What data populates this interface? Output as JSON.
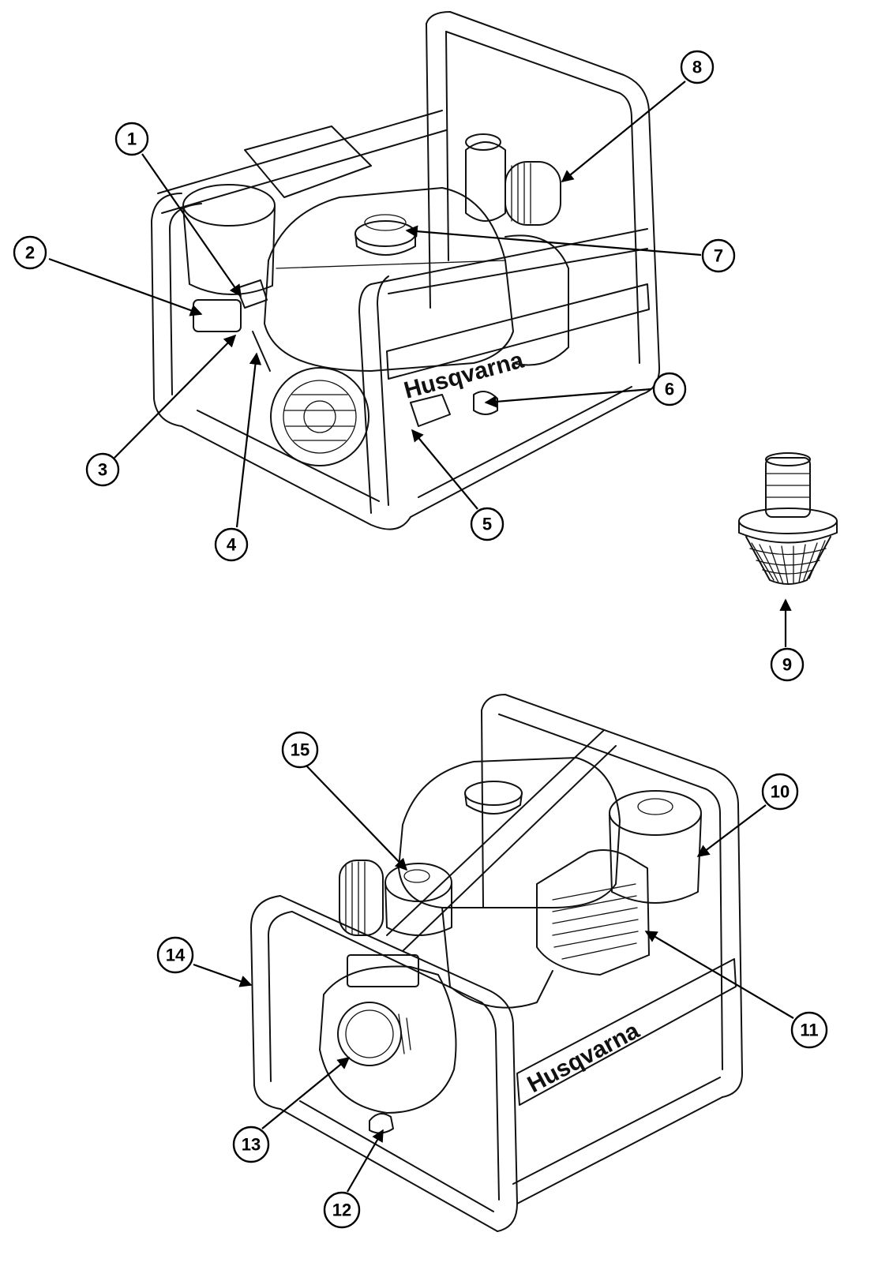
{
  "brand_text": "Husqvarna",
  "callouts": [
    {
      "label": "1"
    },
    {
      "label": "2"
    },
    {
      "label": "3"
    },
    {
      "label": "4"
    },
    {
      "label": "5"
    },
    {
      "label": "6"
    },
    {
      "label": "7"
    },
    {
      "label": "8"
    },
    {
      "label": "9"
    },
    {
      "label": "10"
    },
    {
      "label": "11"
    },
    {
      "label": "12"
    },
    {
      "label": "13"
    },
    {
      "label": "14"
    },
    {
      "label": "15"
    }
  ]
}
